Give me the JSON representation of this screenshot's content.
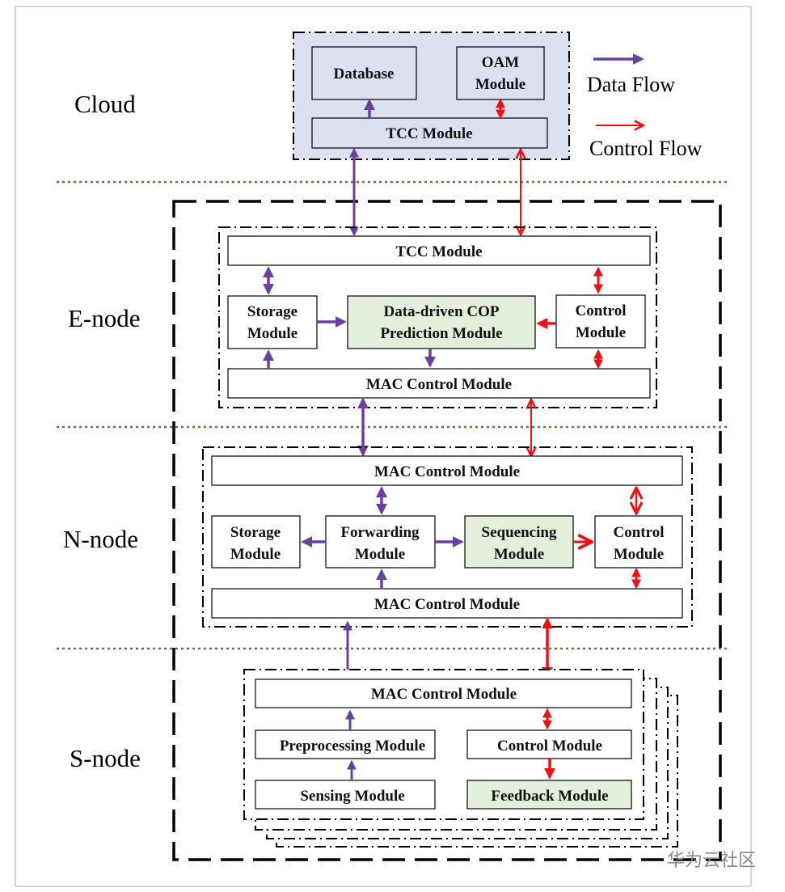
{
  "colors": {
    "data_flow": "#6b3fa0",
    "control_flow": "#ee1111",
    "cloud_fill": "#dde0f0",
    "highlight_fill": "#e2efda",
    "separator": "#5a7a3a"
  },
  "tiers": {
    "cloud": "Cloud",
    "enode": "E-node",
    "nnode": "N-node",
    "snode": "S-node"
  },
  "legend": {
    "data_flow": "Data Flow",
    "control_flow": "Control Flow"
  },
  "cloud": {
    "database": "Database",
    "oam_line1": "OAM",
    "oam_line2": "Module",
    "tcc": "TCC  Module"
  },
  "enode": {
    "tcc": "TCC  Module",
    "storage_line1": "Storage",
    "storage_line2": "Module",
    "cop_line1": "Data-driven COP",
    "cop_line2": "Prediction Module",
    "control_line1": "Control",
    "control_line2": "Module",
    "mac": "MAC Control Module"
  },
  "nnode": {
    "mac_top": "MAC Control Module",
    "storage_line1": "Storage",
    "storage_line2": "Module",
    "forwarding_line1": "Forwarding",
    "forwarding_line2": "Module",
    "sequencing_line1": "Sequencing",
    "sequencing_line2": "Module",
    "control_line1": "Control",
    "control_line2": "Module",
    "mac_bottom": "MAC Control Module"
  },
  "snode": {
    "mac": "MAC Control Module",
    "preprocessing": "Preprocessing Module",
    "control": "Control Module",
    "sensing": "Sensing Module",
    "feedback": "Feedback Module"
  },
  "watermark": "华为云社区"
}
